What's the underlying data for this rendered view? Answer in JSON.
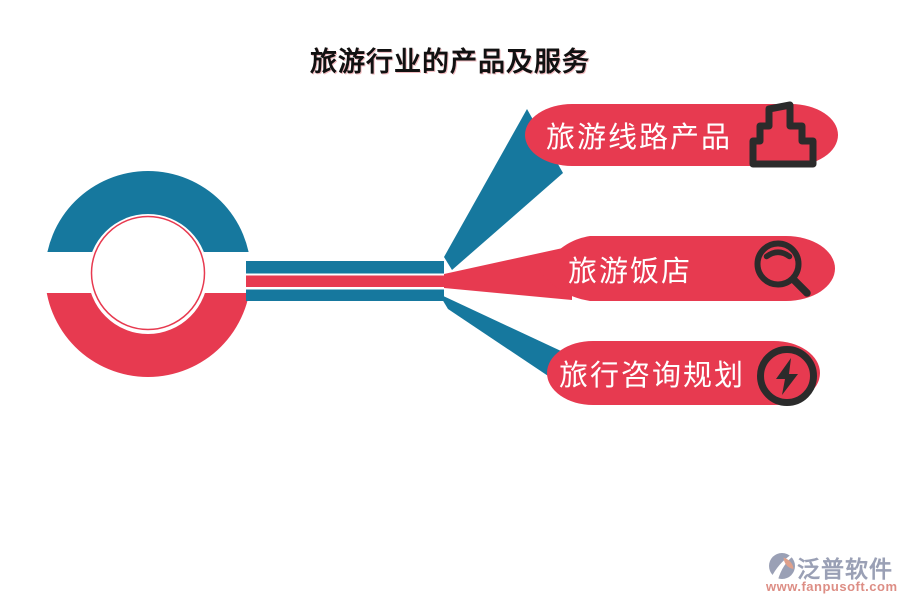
{
  "title": "旅游行业的产品及服务",
  "branches": [
    {
      "label": "旅游线路产品",
      "icon": "cake-icon"
    },
    {
      "label": "旅游饭店",
      "icon": "magnifier-icon"
    },
    {
      "label": "旅行咨询规划",
      "icon": "lightning-icon"
    }
  ],
  "logo": {
    "name": "泛普软件",
    "url": "www.fanpusoft.com"
  },
  "colors": {
    "teal": "#16789e",
    "red": "#e73a50",
    "icon": "#2b2b2b",
    "logo_gray": "#9aa0b5",
    "logo_url": "#dd8e85",
    "logo_leaf": "#dfa08b",
    "label_text": "#ffffff",
    "title_text": "#111111"
  }
}
